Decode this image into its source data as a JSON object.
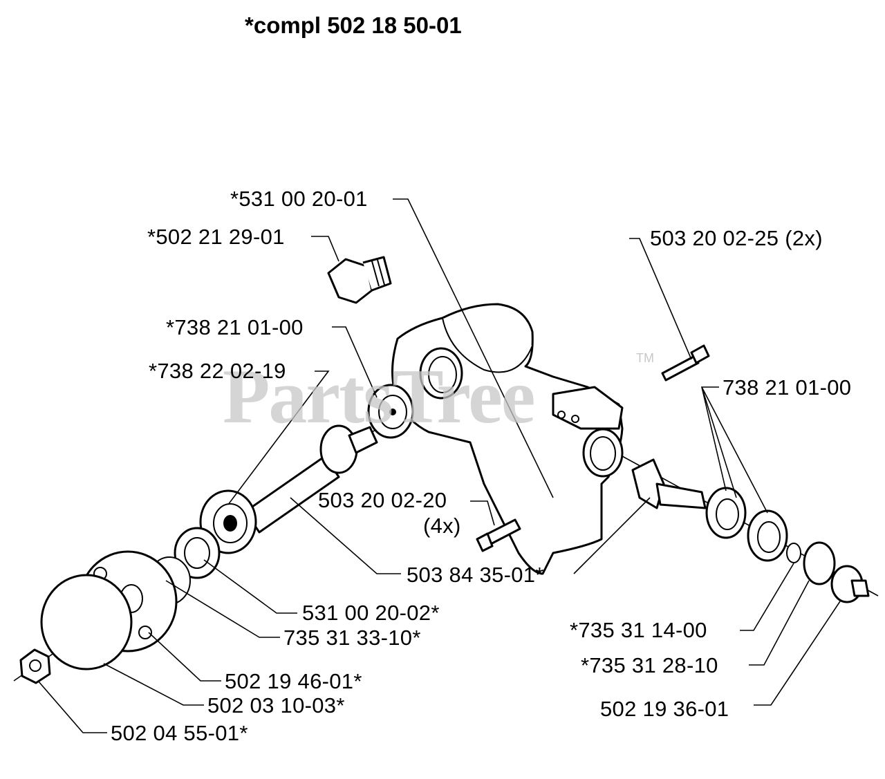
{
  "title": "*compl 502 18 50-01",
  "watermark": "PartsTree",
  "watermark_mark": "TM",
  "parts": [
    {
      "label": "*531 00 20-01"
    },
    {
      "label": "*502 21 29-01"
    },
    {
      "label": "503 20 02-25 (2x)"
    },
    {
      "label": "*738 21 01-00"
    },
    {
      "label": "*738 22 02-19"
    },
    {
      "label": "738 21 01-00"
    },
    {
      "label": "503 20 02-20"
    },
    {
      "label": "(4x)"
    },
    {
      "label": "503 84 35-01*"
    },
    {
      "label": "531 00 20-02*"
    },
    {
      "label": "735 31 33-10*"
    },
    {
      "label": "*735 31 14-00"
    },
    {
      "label": "*735 31 28-10"
    },
    {
      "label": "502 19 46-01*"
    },
    {
      "label": "502 03 10-03*"
    },
    {
      "label": "502 19 36-01"
    },
    {
      "label": "502 04 55-01*"
    }
  ]
}
